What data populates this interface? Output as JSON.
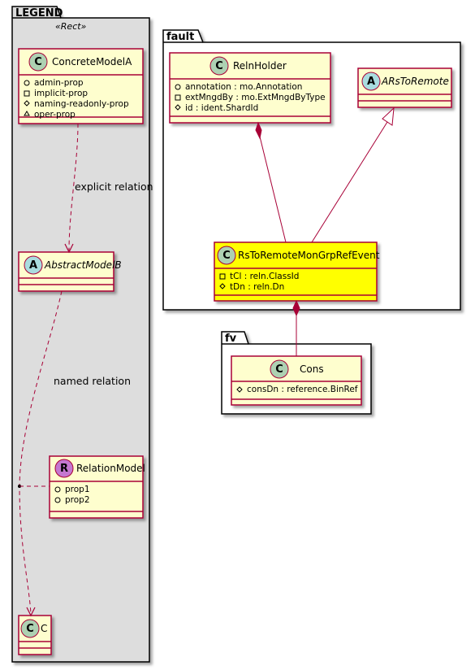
{
  "legend": {
    "title": "LEGEND",
    "stereotype": "«Rect»",
    "concrete_model": {
      "name": "ConcreteModelA",
      "badge": "C",
      "attrs": [
        {
          "vis": "public",
          "text": "admin-prop"
        },
        {
          "vis": "private",
          "text": "implicit-prop"
        },
        {
          "vis": "protected",
          "text": "naming-readonly-prop"
        },
        {
          "vis": "package",
          "text": "oper-prop"
        }
      ]
    },
    "explicit_relation_label": "explicit relation",
    "abstract_model": {
      "name": "AbstractModelB",
      "badge": "A"
    },
    "named_relation_label": "named relation",
    "relation_model": {
      "name": "RelationModel",
      "badge": "R",
      "attrs": [
        {
          "vis": "public",
          "text": "prop1"
        },
        {
          "vis": "public",
          "text": "prop2"
        }
      ]
    },
    "c_model": {
      "name": "C",
      "badge": "C"
    }
  },
  "fault": {
    "title": "fault",
    "reln_holder": {
      "name": "RelnHolder",
      "badge": "C",
      "attrs": [
        {
          "vis": "public",
          "text": "annotation : mo.Annotation"
        },
        {
          "vis": "private",
          "text": "extMngdBy : mo.ExtMngdByType"
        },
        {
          "vis": "protected",
          "text": "id : ident.ShardId"
        }
      ]
    },
    "ars_to_remote": {
      "name": "ARsToRemote",
      "badge": "A"
    },
    "event": {
      "name": "RsToRemoteMonGrpRefEvent",
      "badge": "C",
      "attrs": [
        {
          "vis": "private",
          "text": "tCl : reln.ClassId"
        },
        {
          "vis": "protected",
          "text": "tDn : reln.Dn"
        }
      ]
    }
  },
  "fv": {
    "title": "fv",
    "cons": {
      "name": "Cons",
      "badge": "C",
      "attrs": [
        {
          "vis": "protected",
          "text": "consDn : reference.BinRef"
        }
      ]
    }
  },
  "colors": {
    "class_fill": "#FEFECE",
    "class_border": "#A80036",
    "highlight_fill": "#FFFF00",
    "legend_fill": "#DDDDDD",
    "badge_C": "#ADD1B2",
    "badge_A": "#A9DCDF",
    "badge_R": "#C477D0"
  }
}
